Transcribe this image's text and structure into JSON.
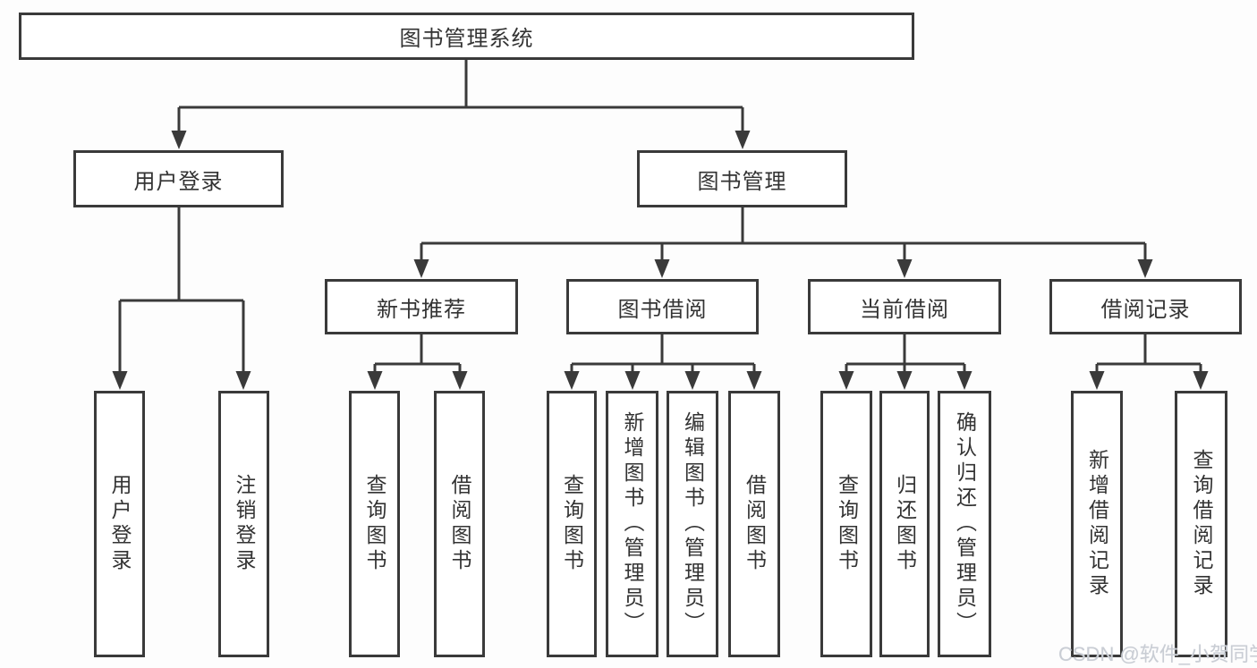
{
  "title": "图书管理系统",
  "branches": {
    "user_login": {
      "label": "用户登录",
      "children": [
        "用户登录",
        "注销登录"
      ]
    },
    "book_mgmt": {
      "label": "图书管理",
      "sections": [
        {
          "label": "新书推荐",
          "children": [
            "查询图书",
            "借阅图书"
          ]
        },
        {
          "label": "图书借阅",
          "children": [
            "查询图书",
            "新增图书（管理员）",
            "编辑图书（管理员）",
            "借阅图书"
          ]
        },
        {
          "label": "当前借阅",
          "children": [
            "查询图书",
            "归还图书",
            "确认归还（管理员）"
          ]
        },
        {
          "label": "借阅记录",
          "children": [
            "新增借阅记录",
            "查询借阅记录"
          ]
        }
      ]
    }
  },
  "watermark": "CSDN @软件_小贺同学",
  "colors": {
    "line": "#3a3a3a",
    "text": "#333333",
    "watermark": "#c9cdd4",
    "background": "#fdfdfd"
  }
}
